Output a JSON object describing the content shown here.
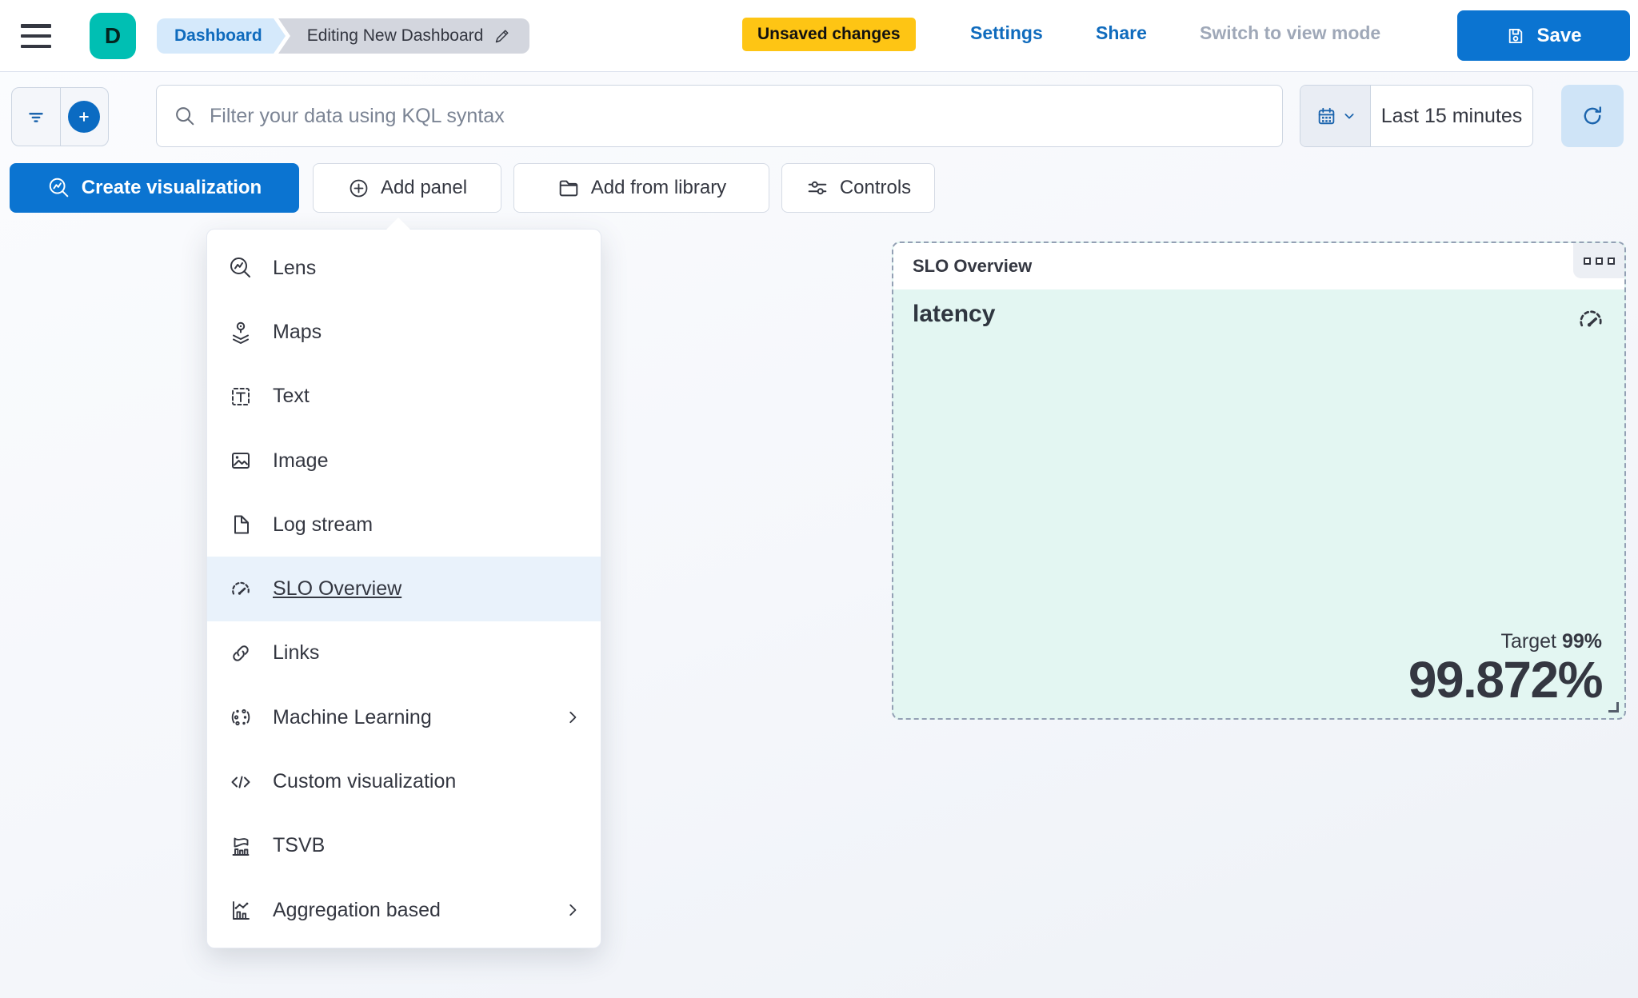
{
  "header": {
    "logo_letter": "D",
    "breadcrumbs": [
      {
        "label": "Dashboard"
      },
      {
        "label": "Editing New Dashboard"
      }
    ],
    "unsaved_badge": "Unsaved changes",
    "settings_label": "Settings",
    "share_label": "Share",
    "switch_view_label": "Switch to view mode",
    "save_label": "Save"
  },
  "query_bar": {
    "filter_placeholder": "Filter your data using KQL syntax",
    "time_range": "Last 15 minutes"
  },
  "toolbar": {
    "create_visualization_label": "Create visualization",
    "add_panel_label": "Add panel",
    "add_from_library_label": "Add from library",
    "controls_label": "Controls"
  },
  "add_panel_menu": {
    "items": [
      {
        "label": "Lens",
        "icon": "lens-icon",
        "has_submenu": false,
        "highlighted": false
      },
      {
        "label": "Maps",
        "icon": "maps-icon",
        "has_submenu": false,
        "highlighted": false
      },
      {
        "label": "Text",
        "icon": "text-icon",
        "has_submenu": false,
        "highlighted": false
      },
      {
        "label": "Image",
        "icon": "image-icon",
        "has_submenu": false,
        "highlighted": false
      },
      {
        "label": "Log stream",
        "icon": "log-stream-icon",
        "has_submenu": false,
        "highlighted": false
      },
      {
        "label": "SLO Overview",
        "icon": "gauge-icon",
        "has_submenu": false,
        "highlighted": true
      },
      {
        "label": "Links",
        "icon": "links-icon",
        "has_submenu": false,
        "highlighted": false
      },
      {
        "label": "Machine Learning",
        "icon": "machine-learning-icon",
        "has_submenu": true,
        "highlighted": false
      },
      {
        "label": "Custom visualization",
        "icon": "code-icon",
        "has_submenu": false,
        "highlighted": false
      },
      {
        "label": "TSVB",
        "icon": "tsvb-icon",
        "has_submenu": false,
        "highlighted": false
      },
      {
        "label": "Aggregation based",
        "icon": "aggregation-icon",
        "has_submenu": true,
        "highlighted": false
      }
    ]
  },
  "slo_panel": {
    "title": "SLO Overview",
    "metric_name": "latency",
    "target_label": "Target",
    "target_value": "99%",
    "sli_value": "99.872%"
  },
  "colors": {
    "primary_blue": "#0b74d1",
    "accent_teal": "#00bfb3",
    "badge_yellow": "#fec514",
    "panel_mint": "#e3f6f2",
    "menu_highlight": "#e9f2fb",
    "text_dark": "#343741"
  }
}
